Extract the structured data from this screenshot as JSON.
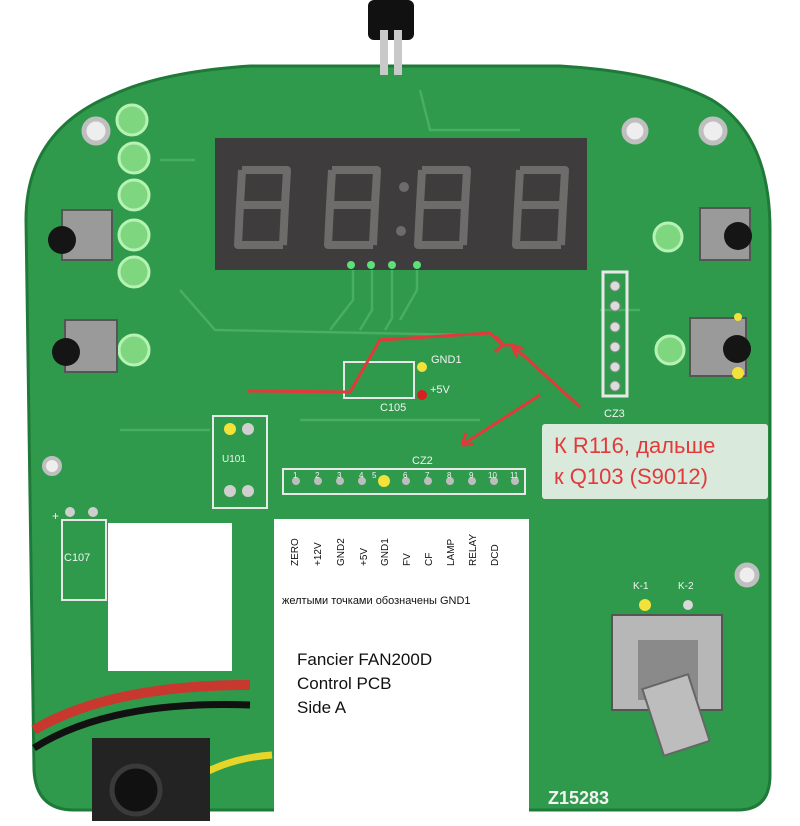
{
  "board": {
    "label_code": "Z15283",
    "component_labels": {
      "c105": "C105",
      "u101": "U101",
      "c107": "C107",
      "cz2": "CZ2",
      "cz3": "CZ3",
      "k1": "K-1",
      "k2": "K-2",
      "gnd1_probe": "GND1",
      "plus5v_probe": "+5V",
      "plus_mark": "+"
    },
    "connector_pins": [
      "1",
      "2",
      "3",
      "4",
      "5",
      "6",
      "7",
      "8",
      "9",
      "10",
      "11"
    ]
  },
  "pinout_labels": [
    "ZERO",
    "+12V",
    "GND2",
    "+5V",
    "GND1",
    "FV",
    "CF",
    "LAMP",
    "RELAY",
    "DCD"
  ],
  "annotations": {
    "gnd1_note": "желтыми точками обозначены GND1",
    "title_lines": [
      "Fancier FAN200D",
      "Control PCB",
      "Side A"
    ],
    "callout_lines": [
      "К R116, дальше",
      "к Q103 (S9012)"
    ]
  },
  "colors": {
    "pcb_green": "#2f9a4c",
    "pcb_dark": "#1f7a3a",
    "trace_green": "#48ae60",
    "annotation_red": "#e23a3a",
    "gnd_marker_yellow": "#f2e23a",
    "plus5v_marker_red": "#d81e1e",
    "display_body": "#3e3c3c",
    "segment_dim": "#6e6b6b",
    "led_green": "#7ed67f"
  }
}
